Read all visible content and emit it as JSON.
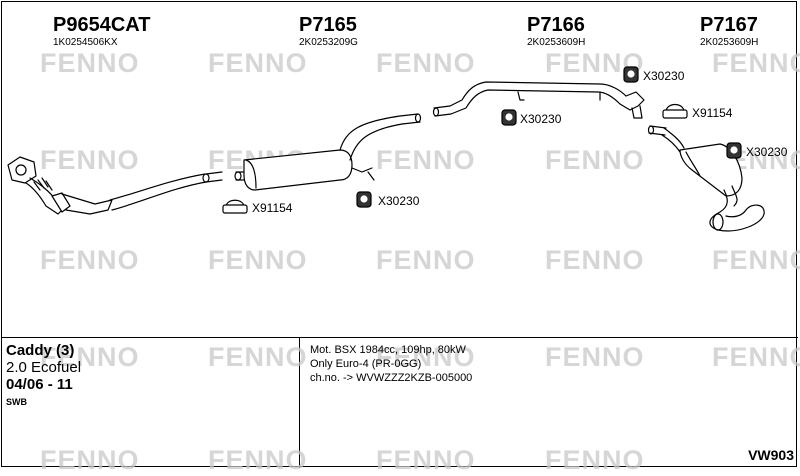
{
  "watermark": "FENNO",
  "parts": [
    {
      "number": "P9654CAT",
      "code": "1K0254506KX"
    },
    {
      "number": "P7165",
      "code": "2K0253209G"
    },
    {
      "number": "P7166",
      "code": "2K0253609H"
    },
    {
      "number": "P7167",
      "code": "2K0253609H"
    }
  ],
  "fittings": {
    "clamp_left": "X91154",
    "hanger_mid": "X30230",
    "hanger_p7166": "X30230",
    "hanger_top_right": "X30230",
    "clamp_right": "X91154",
    "hanger_far_right": "X30230"
  },
  "vehicle": {
    "model": "Caddy (3)",
    "engine": "2.0 Ecofuel",
    "years": "04/06 - 11",
    "variant": "SWB"
  },
  "spec_lines": [
    "Mot. BSX 1984cc, 109hp, 80kW",
    "Only Euro-4 (PR-0GG)",
    "ch.no. -> WVWZZZ2KZB-005000"
  ],
  "page_code": "VW903",
  "colors": {
    "line": "#000000",
    "watermark": "#c9c9c9",
    "background": "#ffffff"
  }
}
